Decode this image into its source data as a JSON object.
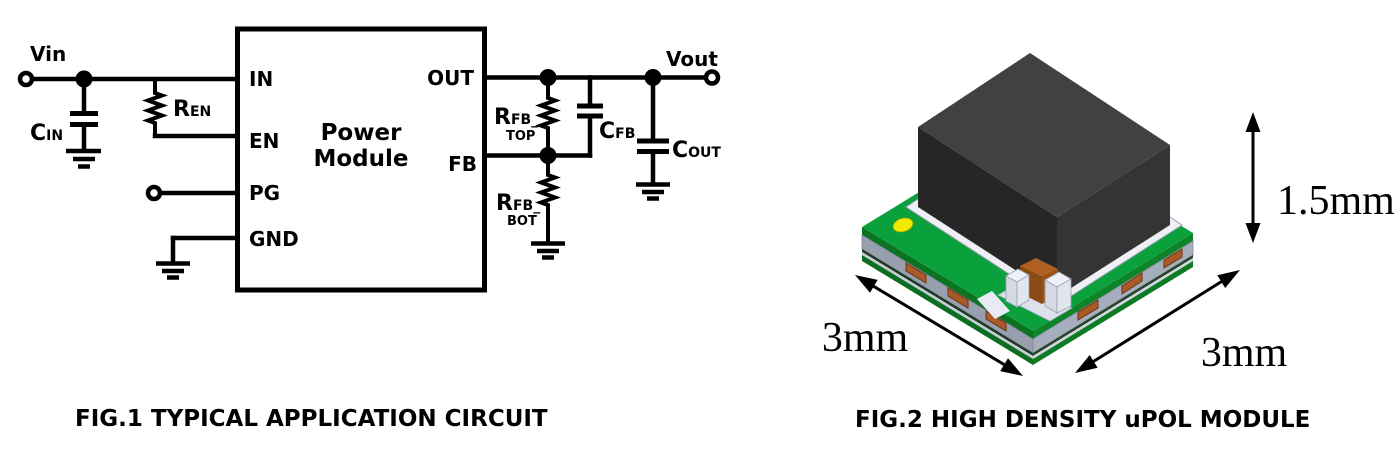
{
  "fig1": {
    "caption": "FIG.1 TYPICAL APPLICATION CIRCUIT",
    "module": {
      "line1": "Power",
      "line2": "Module"
    },
    "pins": {
      "in": "IN",
      "en": "EN",
      "pg": "PG",
      "gnd": "GND",
      "out": "OUT",
      "fb": "FB"
    },
    "nets": {
      "input": "Vin",
      "output": "Vout"
    },
    "components": {
      "cin": {
        "main": "C",
        "sub": "IN"
      },
      "ren": {
        "main": "R",
        "sub": "EN"
      },
      "rfb_top": {
        "main": "R",
        "sub": "FB_",
        "sub_line2": "TOP"
      },
      "rfb_bot": {
        "main": "R",
        "sub": "FB_",
        "sub_line2": "BOT"
      },
      "cfb": {
        "main": "C",
        "sub": "FB"
      },
      "cout": {
        "main": "C",
        "sub": "OUT"
      }
    }
  },
  "fig2": {
    "caption": "FIG.2 HIGH DENSITY uPOL MODULE",
    "dimensions": {
      "width": "3mm",
      "depth": "3mm",
      "height": "1.5mm"
    },
    "colors": {
      "pcb_green": "#0aa13c",
      "pcb_edge_green": "#0b7423",
      "substrate_silver": "#98a0b0",
      "substrate_silver_right": "#a6adbc",
      "inductor_top": "#414141",
      "inductor_left": "#262626",
      "inductor_right": "#343434",
      "pad_copper": "#a85a28",
      "pin1_marker_yellow": "#f2e900",
      "solder_white": "#eef0f5",
      "mlcc_brown": "#8a4a14"
    }
  }
}
